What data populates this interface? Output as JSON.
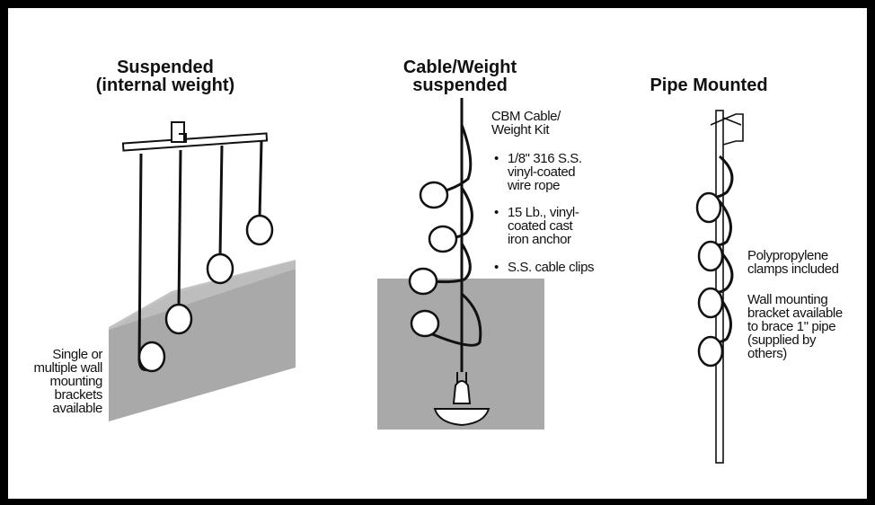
{
  "sections": [
    {
      "title_line1": "Suspended",
      "title_line2": "(internal weight)",
      "note_lines": [
        "Single or",
        "multiple wall",
        "mounting",
        "brackets",
        "available"
      ]
    },
    {
      "title_line1": "Cable/Weight",
      "title_line2": "suspended",
      "kit_lines": [
        "CBM Cable/",
        "Weight Kit"
      ],
      "bullets": [
        [
          "1/8\" 316 S.S.",
          "vinyl-coated",
          "wire rope"
        ],
        [
          "15 Lb., vinyl-",
          "coated cast",
          "iron anchor"
        ],
        [
          "S.S. cable clips"
        ]
      ]
    },
    {
      "title_line1": "Pipe Mounted",
      "note_lines_a": [
        "Polypropylene",
        "clamps included"
      ],
      "note_lines_b": [
        "Wall mounting",
        "bracket available",
        "to brace 1\" pipe",
        "(supplied by",
        "others)"
      ]
    }
  ],
  "colors": {
    "frame": "#000000",
    "panel": "#ffffff",
    "wall": "#a9a9a9",
    "wall_top": "#c4c4c4",
    "line": "#111111"
  }
}
